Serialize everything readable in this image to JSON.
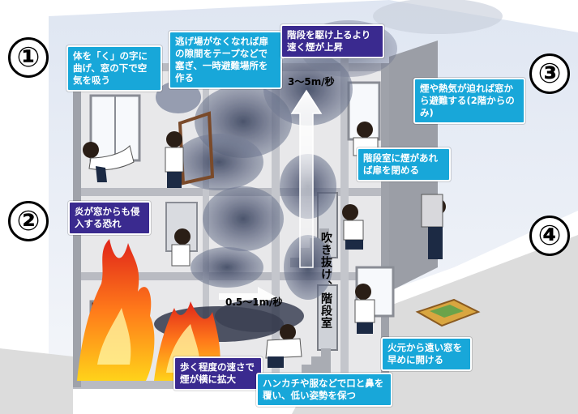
{
  "markers": [
    "①",
    "②",
    "③",
    "④"
  ],
  "callouts": {
    "c1": "体を「く」の字に曲げ、窓の下で空気を吸う",
    "c_escape": "逃げ場がなくなれば扉の隙間をテープなどで塞ぎ、一時避難場所を作る",
    "c_stair_smoke": "階段を駆け上るより速く煙が上昇",
    "c3": "煙や熱気が迫れば窓から避難する(2階からのみ)",
    "c_stair_door": "階段室に煙があれば扉を閉める",
    "c2": "炎が窓からも侵入する恐れ",
    "c_walk": "歩く程度の速さで煙が横に拡大",
    "c_handkerchief": "ハンカチや服などで口と鼻を覆い、低い姿勢を保つ",
    "c_window_far": "火元から遠い窓を早めに開ける"
  },
  "speeds": {
    "vertical": "3～5m/秒",
    "horizontal": "0.5～1m/秒"
  },
  "stairwell_label": "吹き抜け、階段室",
  "colors": {
    "cyan": "#18a7d9",
    "purple": "#3a2a8f",
    "fire": "#f04a1a",
    "smoke": "#4a5570"
  }
}
